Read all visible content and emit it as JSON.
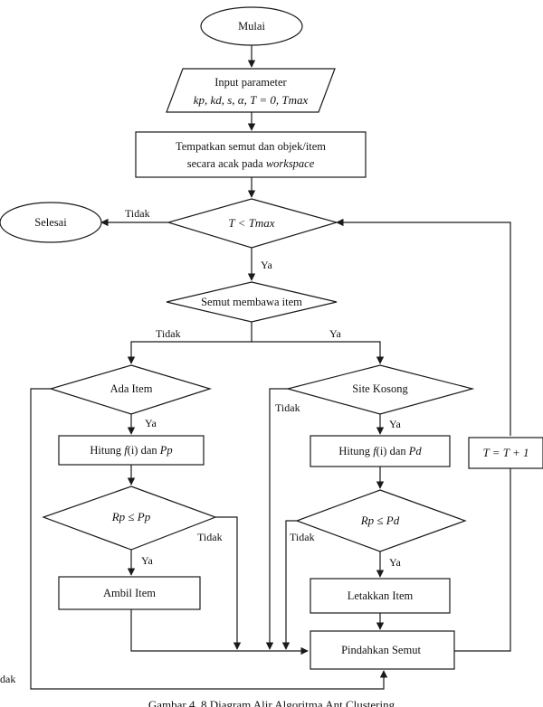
{
  "nodes": {
    "start": "Mulai",
    "input_line1": "Input parameter",
    "input_line2": "kp, kd, s, α, T = 0, Tmax",
    "place_line1": "Tempatkan semut dan objek/item",
    "place_line2a": "secara acak pada ",
    "place_line2b": "workspace",
    "end": "Selesai",
    "cond_time": "T < Tmax",
    "carry": "Semut membawa item",
    "has_item": "Ada Item",
    "empty_site": "Site Kosong",
    "calc_pick_a": "Hitung ",
    "calc_pick_b": "f",
    "calc_pick_c": "(i) dan ",
    "calc_pick_d": "Pp",
    "calc_drop_a": "Hitung ",
    "calc_drop_b": "f",
    "calc_drop_c": "(i) dan ",
    "calc_drop_d": "Pd",
    "cond_pick": "Rp ≤ Pp",
    "cond_drop": "Rp ≤ Pd",
    "take": "Ambil Item",
    "put": "Letakkan Item",
    "move": "Pindahkan Semut",
    "increment": "T = T + 1"
  },
  "edges": {
    "no_end": "Tidak",
    "yes_carry": "Ya",
    "no_left": "Tidak",
    "yes_right": "Ya",
    "yes_has_item": "Ya",
    "no_empty_site": "Tidak",
    "yes_empty_site": "Ya",
    "no_pick": "Tidak",
    "yes_pick": "Ya",
    "no_drop": "Tidak",
    "yes_drop": "Ya",
    "no_far_left": "dak"
  },
  "caption": "Gambar 4. 8 Diagram Alir Algoritma Ant Clustering"
}
